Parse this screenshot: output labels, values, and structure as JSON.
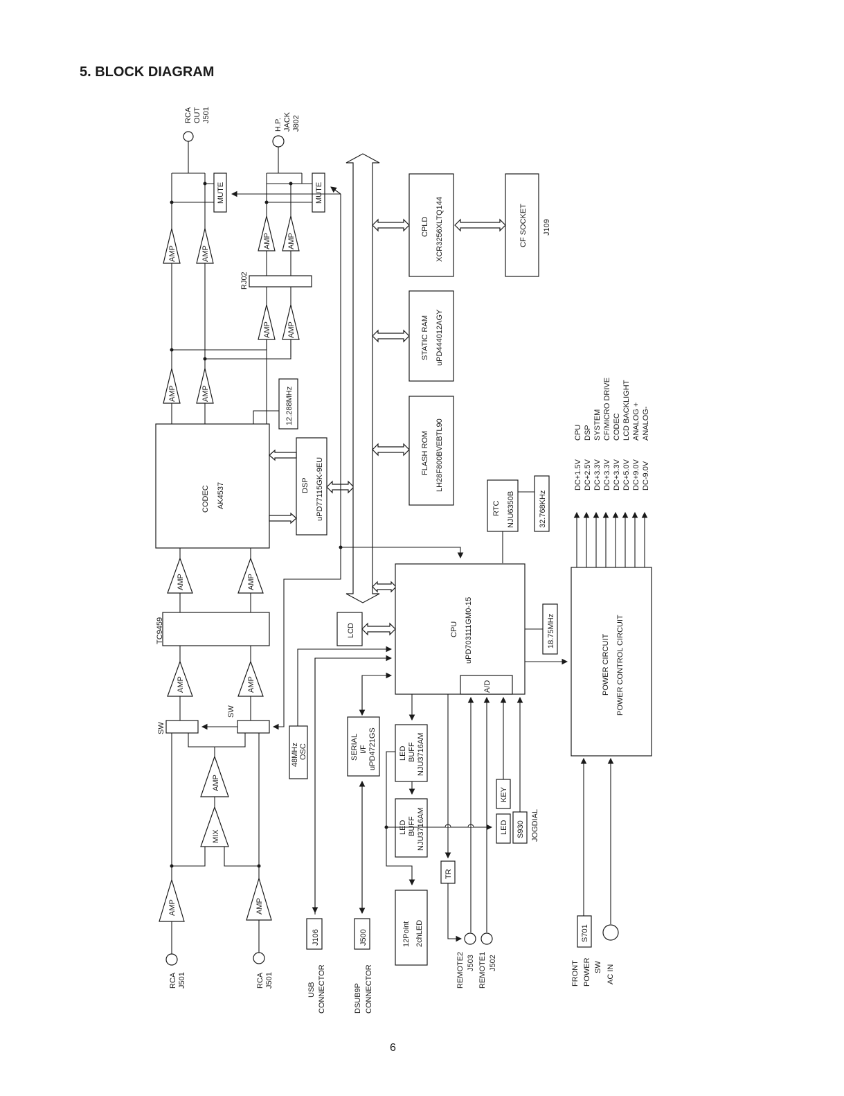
{
  "page": {
    "title": "5. BLOCK DIAGRAM",
    "number": "6"
  },
  "jacks": {
    "rca_out": [
      "RCA",
      "OUT",
      "J501"
    ],
    "hp_jack": [
      "H.P.",
      "JACK",
      "J802"
    ],
    "rca_in_1": [
      "RCA",
      "J501"
    ],
    "rca_in_2": [
      "RCA",
      "J501"
    ],
    "usb": [
      "USB",
      "CONNECTOR"
    ],
    "dsub": [
      "DSUB9P",
      "CONNECTOR"
    ],
    "remote2": [
      "REMOTE2",
      "J503"
    ],
    "remote1": [
      "REMOTE1",
      "J502"
    ],
    "front_power": [
      "FRONT",
      "POWER",
      "SW"
    ],
    "ac_in": "AC IN"
  },
  "labels": {
    "amp": "AMP",
    "mute": "MUTE",
    "rj02": "RJ02",
    "mix": "MIX",
    "sw": "SW",
    "tc9459": "TC9459",
    "osc_freq": "12.288MHz",
    "lcd": "LCD",
    "tr": "TR",
    "led": "LED",
    "key": "KEY",
    "s930": "S930",
    "jogdial": "JOGDIAL",
    "s701": "S701",
    "j106": "J106",
    "j500": "J500",
    "ad": "A/D",
    "rtc_xtal": "32.768KHz",
    "cpu_xtal": "18.75MHz"
  },
  "blocks": {
    "codec": [
      "CODEC",
      "AK4537"
    ],
    "dsp": [
      "DSP",
      "uPD77115GK-9EU"
    ],
    "cpld": [
      "CPLD",
      "XCR3256XLTQ144"
    ],
    "cf_socket": [
      "CF SOCKET",
      "J109"
    ],
    "static_ram": [
      "STATIC RAM",
      "uPD444012AGY"
    ],
    "flash_rom": [
      "FLASH ROM",
      "LH28F800BVEBTL90"
    ],
    "rtc": [
      "RTC",
      "NJU6350B"
    ],
    "cpu": [
      "CPU",
      "uPD703111GM0-15"
    ],
    "serial_if": [
      "SERIAL",
      "I/F",
      "uPD4721GS"
    ],
    "led_buff_1": [
      "LED",
      "BUFF",
      "NJU3716AM"
    ],
    "led_buff_2": [
      "LED",
      "BUFF",
      "NJU3716AM"
    ],
    "osc_48": [
      "48MHz",
      "OSC"
    ],
    "led_12point": [
      "12Point",
      "2chLED"
    ],
    "power": [
      "POWER CIRCUIT",
      "POWER CONTROL CIRCUIT"
    ]
  },
  "power_rails": [
    {
      "voltage": "DC+1.5V",
      "target": "CPU"
    },
    {
      "voltage": "DC+2.5V",
      "target": "DSP"
    },
    {
      "voltage": "DC+3.3V",
      "target": "SYSTEM"
    },
    {
      "voltage": "DC+3.3V",
      "target": "CF/MICRO DRIVE"
    },
    {
      "voltage": "DC+3.3V",
      "target": "CODEC"
    },
    {
      "voltage": "DC+5.0V",
      "target": "LCD BACKLIGHT"
    },
    {
      "voltage": "DC+9.0V",
      "target": "ANALOG +"
    },
    {
      "voltage": "DC-9.0V",
      "target": "ANALOG-"
    }
  ]
}
